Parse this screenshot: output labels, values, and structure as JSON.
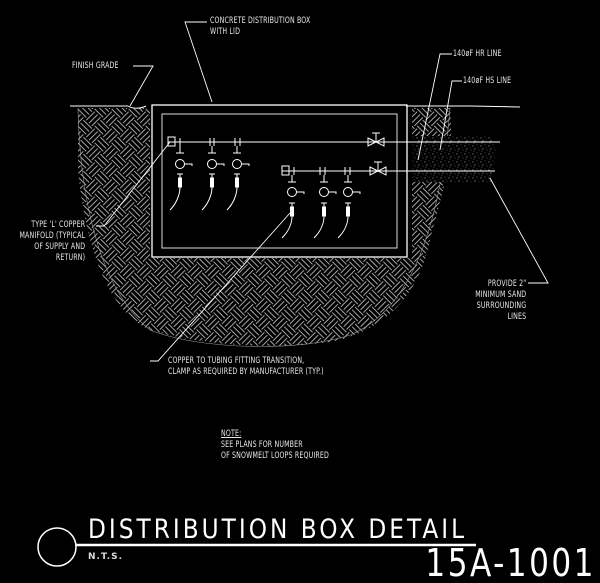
{
  "drawing": {
    "title": "DISTRIBUTION BOX DETAIL",
    "scale": "N.T.S.",
    "sheet_number": "15A-1001",
    "background_color": "#000000",
    "line_color": "#ffffff",
    "hatch_color": "#bdbdbd"
  },
  "callouts": {
    "concrete_box": {
      "line1": "CONCRETE DISTRIBUTION BOX",
      "line2": "WITH LID"
    },
    "finish_grade": "FINISH GRADE",
    "hr_line": "140øF HR LINE",
    "hs_line": "140øF HS LINE",
    "manifold": {
      "line1": "TYPE 'L' COPPER",
      "line2": "MANIFOLD (TYPICAL",
      "line3": "OF SUPPLY AND",
      "line4": "RETURN)"
    },
    "sand": {
      "line1": "PROVIDE 2\"",
      "line2": "MINIMUM SAND",
      "line3": "SURROUNDING",
      "line4": "LINES"
    },
    "transition": {
      "line1": "COPPER TO TUBING FITTING TRANSITION,",
      "line2": "CLAMP AS REQUIRED BY MANUFACTURER (TYP.)"
    }
  },
  "note": {
    "heading": "NOTE:",
    "line1": "SEE PLANS FOR NUMBER",
    "line2": "OF SNOWMELT LOOPS REQUIRED"
  }
}
